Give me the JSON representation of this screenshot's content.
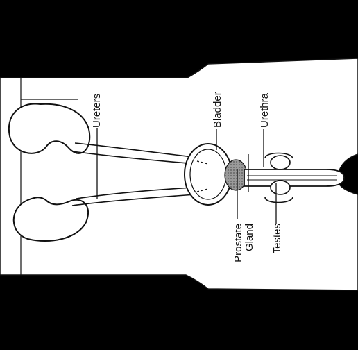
{
  "labels": {
    "ureters": "Ureters",
    "bladder": "Bladder",
    "urethra": "Urethra",
    "prostate_line1": "Prostate",
    "prostate_line2": "Gland",
    "testes": "Testes"
  },
  "colors": {
    "background": "#000000",
    "body": "#ffffff",
    "outline": "#111111",
    "prostate_fill": "#a8a8a8"
  }
}
